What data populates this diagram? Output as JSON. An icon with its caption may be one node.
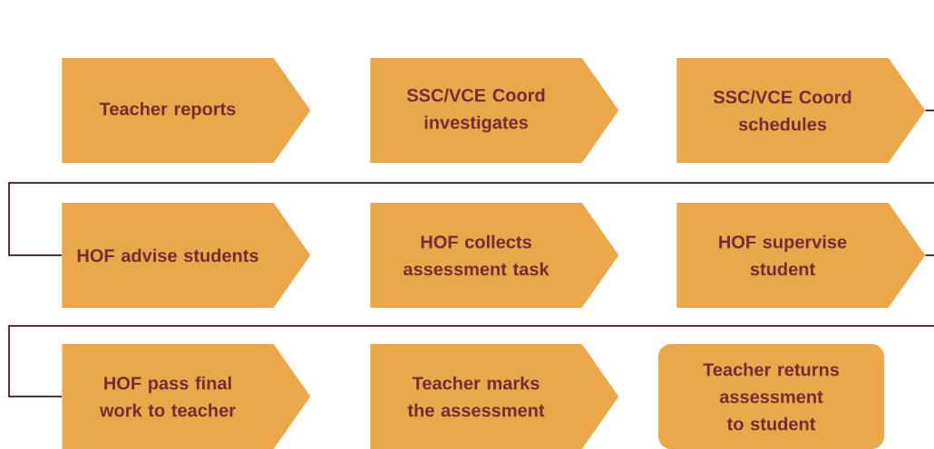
{
  "diagram": {
    "nodes": [
      {
        "text": [
          "Teacher reports"
        ]
      },
      {
        "text": [
          "SSC/VCE Coord investigates"
        ]
      },
      {
        "text": [
          "SSC/VCE Coord schedules"
        ]
      },
      {
        "text": [
          "HOF advise students"
        ]
      },
      {
        "text": [
          "HOF collects assessment task"
        ]
      },
      {
        "text": [
          "HOF supervise student"
        ]
      },
      {
        "text": [
          "HOF pass final work to teacher"
        ]
      },
      {
        "text": [
          "Teacher marks the assessment"
        ]
      },
      {
        "text": [
          "Teacher returns assessment to student"
        ]
      }
    ],
    "edges": [
      {
        "from": 2,
        "to": 3,
        "arrow": "none"
      },
      {
        "from": 5,
        "to": 6,
        "arrow": "none"
      }
    ]
  }
}
